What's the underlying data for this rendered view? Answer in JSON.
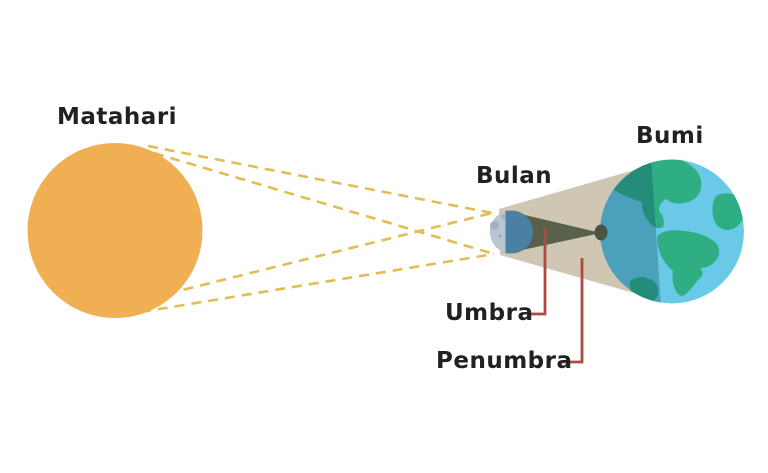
{
  "diagram": {
    "type": "solar-eclipse-shadow-diagram",
    "labels": {
      "sun": "Matahari",
      "moon": "Bulan",
      "earth": "Bumi",
      "umbra": "Umbra",
      "penumbra": "Penumbra"
    }
  },
  "colors": {
    "background": "#ffffff",
    "sun": "#efaf52",
    "ray": "#e2bd55",
    "penumbra_cone": "#d0c6b4",
    "umbra_cone": "#59614b",
    "umbra_tip": "#4b5442",
    "moon_dark": "#4a80a1",
    "moon_light": "#bac7d3",
    "moon_crater": "#9fb2c2",
    "earth_ocean": "#69c9e6",
    "earth_land": "#2fae84",
    "earth_shadow": "#0f4d68",
    "pointer_red": "#ab4a42",
    "text": "#212121"
  }
}
